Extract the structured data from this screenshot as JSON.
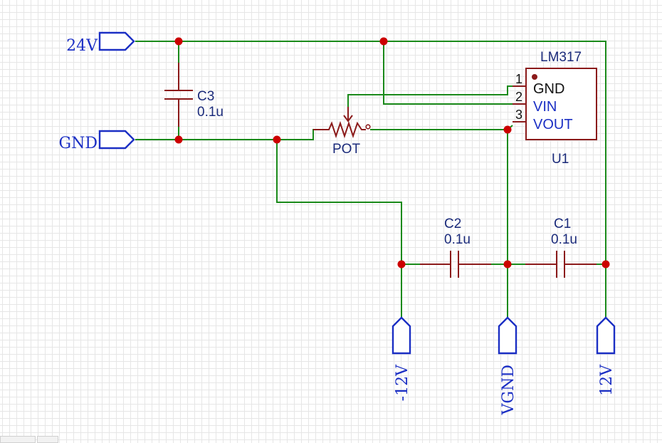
{
  "ports": {
    "v24": "24V",
    "gnd": "GND",
    "neg12": "-12V",
    "vgnd": "VGND",
    "pos12": "12V"
  },
  "u1": {
    "part": "LM317",
    "designator": "U1",
    "pins": [
      {
        "num": "1",
        "name": "GND"
      },
      {
        "num": "2",
        "name": "VIN"
      },
      {
        "num": "3",
        "name": "VOUT"
      }
    ]
  },
  "c1": {
    "name": "C1",
    "value": "0.1u"
  },
  "c2": {
    "name": "C2",
    "value": "0.1u"
  },
  "c3": {
    "name": "C3",
    "value": "0.1u"
  },
  "pot": {
    "name": "POT"
  },
  "colors": {
    "wire": "#1a8a1a",
    "component": "#8b1a1a",
    "junction": "#cc0000",
    "netport": "#1b2fc4"
  }
}
